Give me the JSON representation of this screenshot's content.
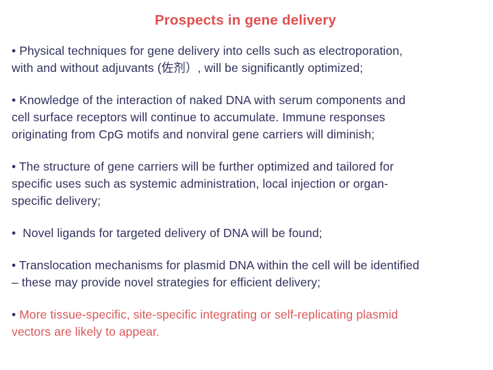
{
  "slide": {
    "title": "Prospects in gene delivery",
    "bullet_marker": "• ",
    "colors": {
      "title-color": "#e04f4f",
      "body-color": "#31315e",
      "highlight-color": "#d85757",
      "bg-color": "#ffffff"
    },
    "bullets": [
      {
        "text": "Physical techniques for gene delivery into cells such as electroporation,\nwith and without adjuvants (佐剂）, will be significantly optimized;",
        "emphasis": false
      },
      {
        "text": "Knowledge of the interaction of naked DNA with serum components and\ncell surface receptors will continue to accumulate. Immune responses\noriginating from CpG motifs and nonviral gene carriers will diminish;",
        "emphasis": false
      },
      {
        "text": "The structure of gene carriers will be further optimized and tailored for\nspecific uses such as systemic administration, local injection or organ-\nspecific delivery;",
        "emphasis": false
      },
      {
        "text": " Novel ligands for targeted delivery of DNA will be found;",
        "emphasis": false
      },
      {
        "text": "Translocation mechanisms for plasmid DNA within the cell will be identified\n– these may provide novel strategies for efficient delivery;",
        "emphasis": false
      },
      {
        "text": "More tissue-specific, site-specific integrating or self-replicating plasmid\nvectors are likely to appear.",
        "emphasis": true
      }
    ]
  }
}
